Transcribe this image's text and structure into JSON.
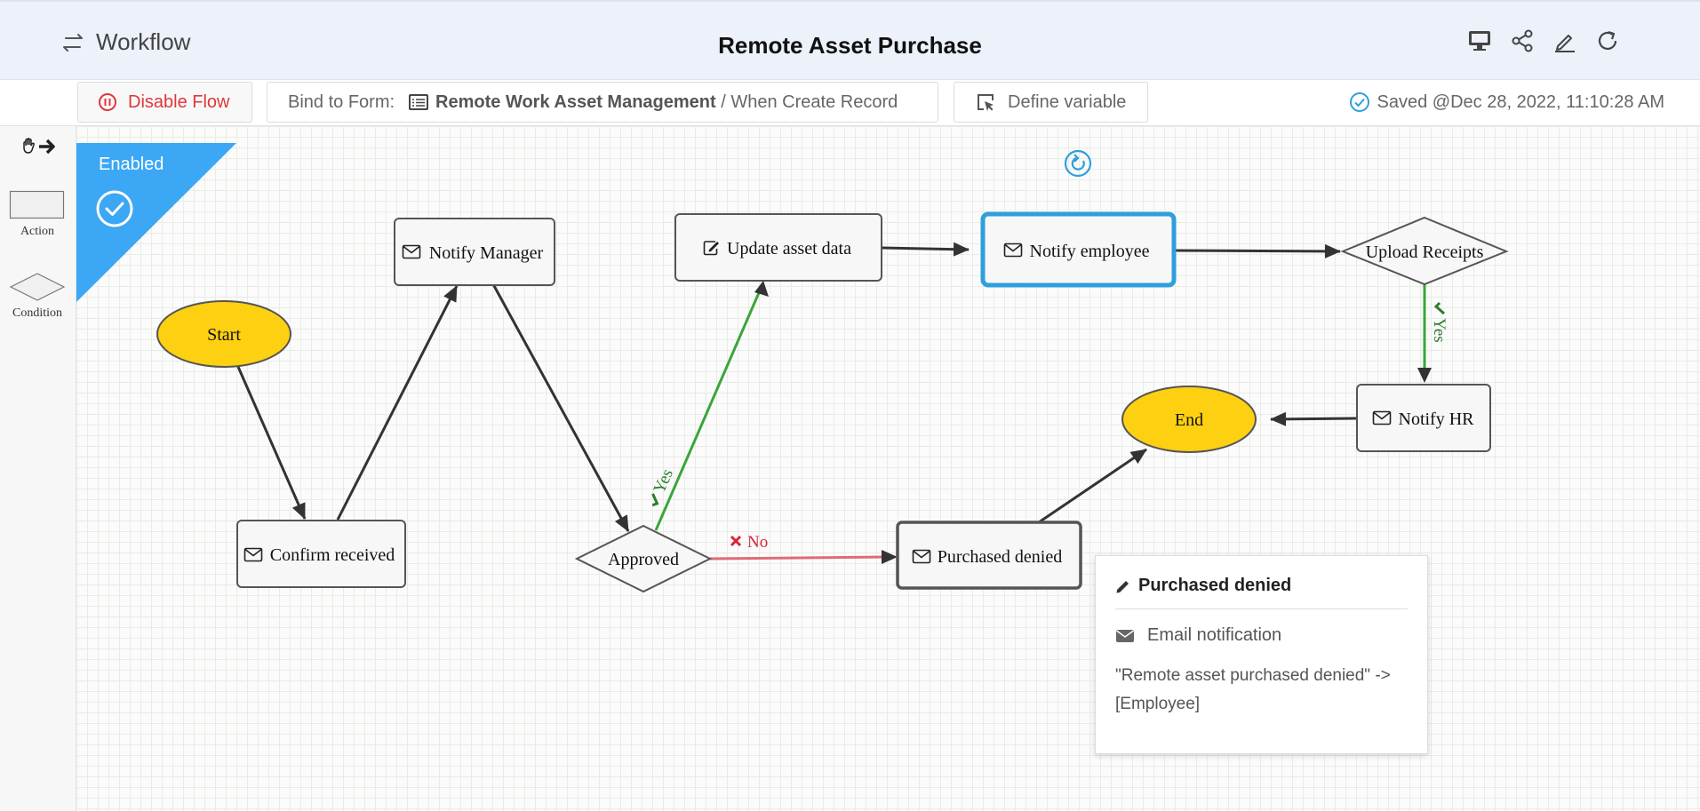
{
  "header": {
    "back_label": "Workflow",
    "title": "Remote Asset Purchase",
    "icons": [
      "monitor-icon",
      "share-icon",
      "edit-icon",
      "refresh-icon"
    ]
  },
  "toolbar": {
    "disable_label": "Disable Flow",
    "bind_prefix": "Bind to Form:",
    "bind_form": "Remote Work Asset Management",
    "bind_separator": " / ",
    "bind_trigger": "When Create Record",
    "define_label": "Define variable",
    "saved_text": "Saved @Dec 28, 2022, 11:10:28 AM"
  },
  "palette": {
    "action_label": "Action",
    "condition_label": "Condition"
  },
  "canvas": {
    "enabled_label": "Enabled",
    "nodes": {
      "start": "Start",
      "end": "End",
      "confirm": "Confirm received",
      "notify_manager": "Notify Manager",
      "approved": "Approved",
      "update_asset": "Update asset data",
      "notify_employee": "Notify employee",
      "upload_receipts": "Upload Receipts",
      "notify_hr": "Notify HR",
      "purchased_denied": "Purchased denied"
    },
    "edges": {
      "yes_label": "Yes",
      "yes_label_2": "Yes",
      "no_label": "No"
    }
  },
  "panel": {
    "title": "Purchased denied",
    "type_label": "Email notification",
    "description": "\"Remote asset purchased denied\" -> [Employee]"
  },
  "colors": {
    "accent": "#2e9fdc",
    "enabled_bg": "#3ba7f5",
    "terminal_fill": "#fdd012",
    "yes_edge": "#3aa53a",
    "no_edge": "#e06a76",
    "danger": "#e0353b"
  }
}
